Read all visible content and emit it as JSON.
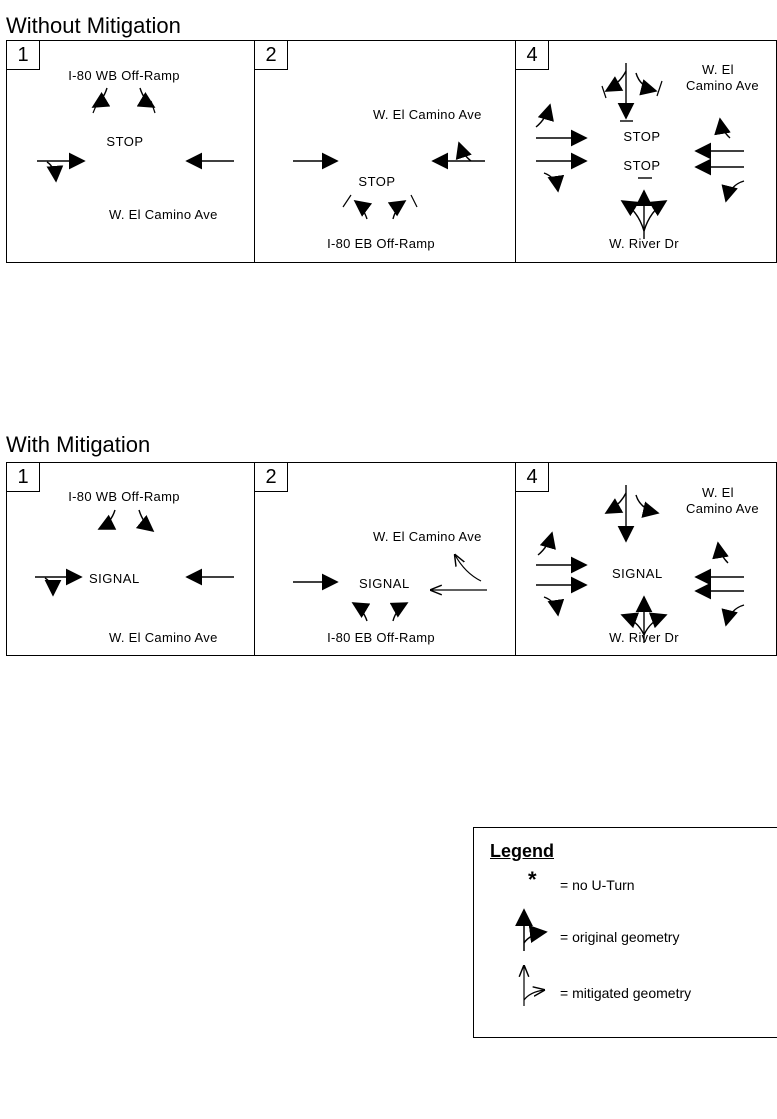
{
  "sections": {
    "without": {
      "title": "Without Mitigation",
      "int1": {
        "number": "1",
        "north_road": "I-80 WB Off-Ramp",
        "control": "STOP",
        "south_road": "W. El Camino Ave"
      },
      "int2": {
        "number": "2",
        "east_road": "W. El Camino Ave",
        "control": "STOP",
        "south_road": "I-80 EB Off-Ramp"
      },
      "int4": {
        "number": "4",
        "road_top_1": "W. El",
        "road_top_2": "Camino Ave",
        "control_1": "STOP",
        "control_2": "STOP",
        "south_road": "W. River Dr"
      }
    },
    "with": {
      "title": "With Mitigation",
      "int1": {
        "number": "1",
        "north_road": "I-80 WB Off-Ramp",
        "control": "SIGNAL",
        "south_road": "W. El Camino Ave"
      },
      "int2": {
        "number": "2",
        "east_road": "W. El Camino Ave",
        "control": "SIGNAL",
        "south_road": "I-80 EB Off-Ramp"
      },
      "int4": {
        "number": "4",
        "road_top_1": "W. El",
        "road_top_2": "Camino Ave",
        "control": "SIGNAL",
        "south_road": "W. River Dr"
      }
    }
  },
  "legend": {
    "title": "Legend",
    "star": "*",
    "no_uturn": "= no U-Turn",
    "original": "= original geometry",
    "mitigated": "= mitigated geometry"
  }
}
